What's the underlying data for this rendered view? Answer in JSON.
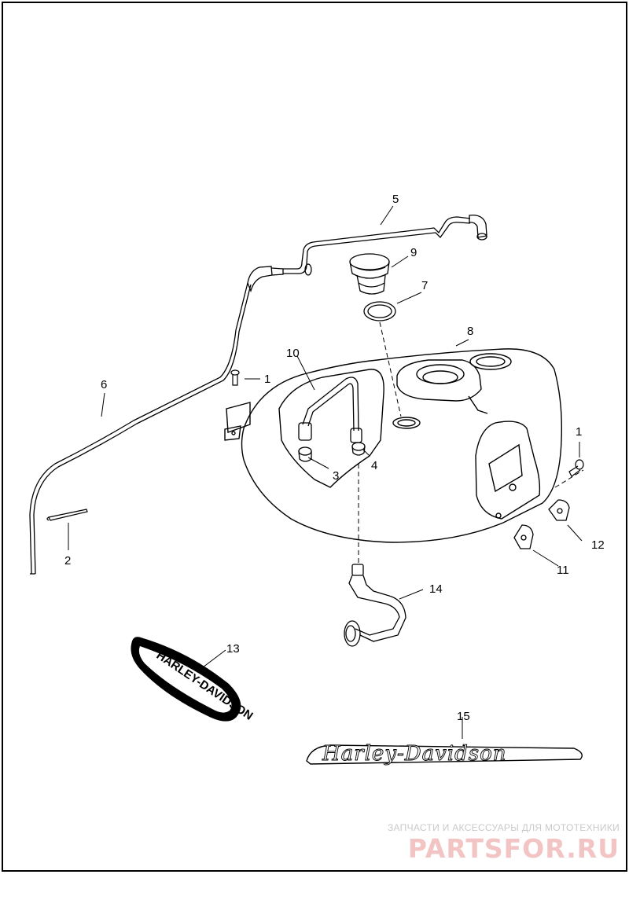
{
  "callouts": {
    "c1a": "1",
    "c1b": "1",
    "c2": "2",
    "c3": "3",
    "c4": "4",
    "c5": "5",
    "c6": "6",
    "c7": "7",
    "c8": "8",
    "c9": "9",
    "c10": "10",
    "c11": "11",
    "c12": "12",
    "c13": "13",
    "c14": "14",
    "c15": "15"
  },
  "emblem_text": "HARLEY-DAVIDSON",
  "script_logo_text": "Harley-Davidson",
  "watermark": {
    "tagline": "ЗАПЧАСТИ И АКСЕССУАРЫ ДЛЯ МОТОТЕХНИКИ",
    "brand": "PARTSFOR.RU"
  }
}
